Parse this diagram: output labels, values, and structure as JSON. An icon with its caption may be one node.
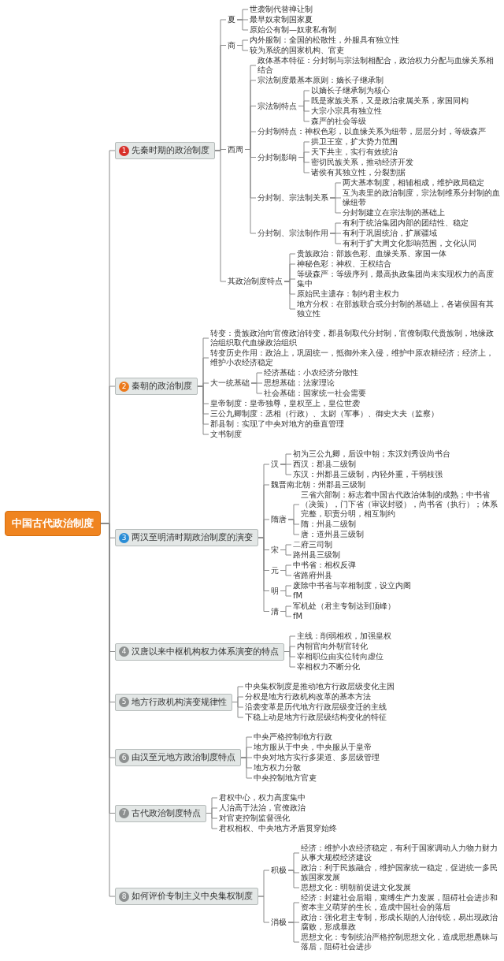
{
  "diagram": {
    "nodes": [
      {
        "text": [
          "中国古代政治制度"
        ]
      },
      {
        "text": [
          "1",
          "先秦时期的政治制度"
        ]
      },
      {
        "text": [
          "夏"
        ]
      },
      {
        "text": [
          "世袭制代替禅让制"
        ]
      },
      {
        "text": [
          "最早奴隶制国家夏"
        ]
      },
      {
        "text": [
          "原始公有制—奴隶私有制"
        ]
      },
      {
        "text": [
          "商"
        ]
      },
      {
        "text": [
          "内外服制：全国的松散性，外服具有独立性"
        ]
      },
      {
        "text": [
          "较为系统的国家机构、官吏"
        ]
      },
      {
        "text": [
          "西周"
        ]
      },
      {
        "text": [
          "政体基本特征：分封制与宗法制相配合，政治权力分配与血缘关系相结合"
        ]
      },
      {
        "text": [
          "宗法制度最基本原则：嫡长子继承制"
        ]
      },
      {
        "text": [
          "宗法制特点"
        ]
      },
      {
        "text": [
          "以嫡长子继承制为核心"
        ]
      },
      {
        "text": [
          "既是家族关系，又是政治隶属关系，家国同构"
        ]
      },
      {
        "text": [
          "大宗小宗具有独立性"
        ]
      },
      {
        "text": [
          "森严的社会等级"
        ]
      },
      {
        "text": [
          "分封制特点：神权色彩，以血缘关系为纽带，层层分封，等级森严"
        ]
      },
      {
        "text": [
          "分封制影响"
        ]
      },
      {
        "text": [
          "拱卫王室，扩大势力范围"
        ]
      },
      {
        "text": [
          "天下共主，实行有效统治"
        ]
      },
      {
        "text": [
          "密切民族关系，推动经济开发"
        ]
      },
      {
        "text": [
          "诸侯有其独立性，分裂割据"
        ]
      },
      {
        "text": [
          "分封制、宗法制关系"
        ]
      },
      {
        "text": [
          "两大基本制度，相辅相成，维护政局稳定"
        ]
      },
      {
        "text": [
          "互为表里的政治制度，宗法制维系分封制的血缘纽带"
        ]
      },
      {
        "text": [
          "分封制建立在宗法制的基础上"
        ]
      },
      {
        "text": [
          "分封制、宗法制作用"
        ]
      },
      {
        "text": [
          "有利于统治集团内部的团结性、稳定"
        ]
      },
      {
        "text": [
          "有利于巩固统治，扩展疆域"
        ]
      },
      {
        "text": [
          "有利于扩大周文化影响范围，文化认同"
        ]
      },
      {
        "text": [
          "其政治制度特点"
        ]
      },
      {
        "text": [
          "贵族政治：部族色彩、血缘关系、家国一体"
        ]
      },
      {
        "text": [
          "神秘色彩：神权、王权结合"
        ]
      },
      {
        "text": [
          "等级森严：等级序列，最高执政集团尚未实现权力的高度集中"
        ]
      },
      {
        "text": [
          "原始民主遗存：制约君主权力"
        ]
      },
      {
        "text": [
          "地方分权：在部族联合或分封制的基础上，各诸侯国有其独立性"
        ]
      },
      {
        "text": [
          "2",
          "秦朝的政治制度"
        ]
      },
      {
        "text": [
          "转变：贵族政治向官僚政治转变，郡县制取代分封制，官僚制取代贵族制，地缘政治组织取代血缘政治组织"
        ]
      },
      {
        "text": [
          "转变历史作用：政治上，巩固统一，抵御外来入侵，维护中原农耕经济；经济上，维护小农经济稳定"
        ]
      },
      {
        "text": [
          "大一统基础"
        ]
      },
      {
        "text": [
          "经济基础：小农经济分散性"
        ]
      },
      {
        "text": [
          "思想基础：法家理论"
        ]
      },
      {
        "text": [
          "社会基础：国家统一社会需要"
        ]
      },
      {
        "text": [
          "皇帝制度：皇帝独尊，皇权至上，皇位世袭"
        ]
      },
      {
        "text": [
          "三公九卿制度：丞相（行政）、太尉（军事）、御史大夫（监察）"
        ]
      },
      {
        "text": [
          "郡县制：实现了中央对地方的垂直管理"
        ]
      },
      {
        "text": [
          "文书制度"
        ]
      },
      {
        "text": [
          "3",
          "两汉至明清时期政治制度的演变"
        ]
      },
      {
        "text": [
          "汉"
        ]
      },
      {
        "text": [
          "初为三公九卿，后设中朝；东汉刘秀设尚书台"
        ]
      },
      {
        "text": [
          "西汉：郡县二级制"
        ]
      },
      {
        "text": [
          "东汉：州郡县三级制，内轻外重，干弱枝强"
        ]
      },
      {
        "text": [
          "魏晋南北朝：州郡县三级制"
        ]
      },
      {
        "text": [
          "隋唐"
        ]
      },
      {
        "text": [
          "三省六部制：标志着中国古代政治体制的成熟；中书省（决策），门下省（审议封驳），尚书省（执行）；体系完整，职责分明，相互制约"
        ]
      },
      {
        "text": [
          "隋：州县二级制"
        ]
      },
      {
        "text": [
          "唐：道州县三级制"
        ]
      },
      {
        "text": [
          "宋"
        ]
      },
      {
        "text": [
          "二府三司制"
        ]
      },
      {
        "text": [
          "路州县三级制"
        ]
      },
      {
        "text": [
          "元"
        ]
      },
      {
        "text": [
          "中书省：相权反弹"
        ]
      },
      {
        "text": [
          "省路府州县"
        ]
      },
      {
        "text": [
          "明"
        ]
      },
      {
        "text": [
          "废除中书省与宰相制度，设立内阁"
        ]
      },
      {
        "text": [
          "fM"
        ]
      },
      {
        "text": [
          "清"
        ]
      },
      {
        "text": [
          "军机处（君主专制达到顶峰）"
        ]
      },
      {
        "text": [
          "fM"
        ]
      },
      {
        "text": [
          "4",
          "汉唐以来中枢机构权力体系演变的特点"
        ]
      },
      {
        "text": [
          "主线：削弱相权，加强皇权"
        ]
      },
      {
        "text": [
          "内朝官向外朝官转化"
        ]
      },
      {
        "text": [
          "宰相职位由实位转向虚位"
        ]
      },
      {
        "text": [
          "宰相权力不断分化"
        ]
      },
      {
        "text": [
          "5",
          "地方行政机构演变规律性"
        ]
      },
      {
        "text": [
          "中央集权制度是推动地方行政层级变化主因"
        ]
      },
      {
        "text": [
          "分权是地方行政机构改革的基本方法"
        ]
      },
      {
        "text": [
          "沿袭变革是历代地方行政层级变迁的主线"
        ]
      },
      {
        "text": [
          "下稳上动是地方行政层级结构变化的特征"
        ]
      },
      {
        "text": [
          "6",
          "由汉至元地方政治制度特点"
        ]
      },
      {
        "text": [
          "中央严格控制地方行政"
        ]
      },
      {
        "text": [
          "地方服从于中央，中央服从于皇帝"
        ]
      },
      {
        "text": [
          "中央对地方实行多渠道、多层级管理"
        ]
      },
      {
        "text": [
          "地方权力分散"
        ]
      },
      {
        "text": [
          "中央控制地方官吏"
        ]
      },
      {
        "text": [
          "7",
          "古代政治制度特点"
        ]
      },
      {
        "text": [
          "君权中心，权力高度集中"
        ]
      },
      {
        "text": [
          "人治高于法治，官僚政治"
        ]
      },
      {
        "text": [
          "对官吏控制监督强化"
        ]
      },
      {
        "text": [
          "君权相权、中央地方矛盾贯穿始终"
        ]
      },
      {
        "text": [
          "8",
          "如何评价专制主义中央集权制度"
        ]
      },
      {
        "text": [
          "积极"
        ]
      },
      {
        "text": [
          "经济：维护小农经济稳定，有利于国家调动人力物力财力从事大规模经济建设"
        ]
      },
      {
        "text": [
          "政治：利于民族融合，维护国家统一稳定，促进统一多民族国家发展"
        ]
      },
      {
        "text": [
          "思想文化：明朝前促进文化发展"
        ]
      },
      {
        "text": [
          "消极"
        ]
      },
      {
        "text": [
          "经济：封建社会后期，束缚生产力发展，阻碍社会进步和资本主义萌芽的生长，造成中国社会的落后"
        ]
      },
      {
        "text": [
          "政治：强化君主专制，形成长期的人治传统，易出现政治腐败，形成暴政"
        ]
      },
      {
        "text": [
          "思想文化：专制统治严格控制思想文化，造成思想愚昧与落后，阻碍社会进步"
        ]
      }
    ],
    "edges": [
      {
        "from": 0,
        "to": 1,
        "arrow": "none"
      },
      {
        "from": 1,
        "to": 2,
        "arrow": "none"
      },
      {
        "from": 2,
        "to": 3,
        "arrow": "none"
      },
      {
        "from": 2,
        "to": 4,
        "arrow": "none"
      },
      {
        "from": 2,
        "to": 5,
        "arrow": "none"
      },
      {
        "from": 1,
        "to": 6,
        "arrow": "none"
      },
      {
        "from": 6,
        "to": 7,
        "arrow": "none"
      },
      {
        "from": 6,
        "to": 8,
        "arrow": "none"
      },
      {
        "from": 1,
        "to": 9,
        "arrow": "none"
      },
      {
        "from": 9,
        "to": 10,
        "arrow": "none"
      },
      {
        "from": 9,
        "to": 11,
        "arrow": "none"
      },
      {
        "from": 9,
        "to": 12,
        "arrow": "none"
      },
      {
        "from": 12,
        "to": 13,
        "arrow": "none"
      },
      {
        "from": 12,
        "to": 14,
        "arrow": "none"
      },
      {
        "from": 12,
        "to": 15,
        "arrow": "none"
      },
      {
        "from": 12,
        "to": 16,
        "arrow": "none"
      },
      {
        "from": 9,
        "to": 17,
        "arrow": "none"
      },
      {
        "from": 9,
        "to": 18,
        "arrow": "none"
      },
      {
        "from": 18,
        "to": 19,
        "arrow": "none"
      },
      {
        "from": 18,
        "to": 20,
        "arrow": "none"
      },
      {
        "from": 18,
        "to": 21,
        "arrow": "none"
      },
      {
        "from": 18,
        "to": 22,
        "arrow": "none"
      },
      {
        "from": 9,
        "to": 23,
        "arrow": "none"
      },
      {
        "from": 23,
        "to": 24,
        "arrow": "none"
      },
      {
        "from": 23,
        "to": 25,
        "arrow": "none"
      },
      {
        "from": 23,
        "to": 26,
        "arrow": "none"
      },
      {
        "from": 9,
        "to": 27,
        "arrow": "none"
      },
      {
        "from": 27,
        "to": 28,
        "arrow": "none"
      },
      {
        "from": 27,
        "to": 29,
        "arrow": "none"
      },
      {
        "from": 27,
        "to": 30,
        "arrow": "none"
      },
      {
        "from": 1,
        "to": 31,
        "arrow": "none"
      },
      {
        "from": 31,
        "to": 32,
        "arrow": "none"
      },
      {
        "from": 31,
        "to": 33,
        "arrow": "none"
      },
      {
        "from": 31,
        "to": 34,
        "arrow": "none"
      },
      {
        "from": 31,
        "to": 35,
        "arrow": "none"
      },
      {
        "from": 31,
        "to": 36,
        "arrow": "none"
      },
      {
        "from": 0,
        "to": 37,
        "arrow": "none"
      },
      {
        "from": 37,
        "to": 38,
        "arrow": "none"
      },
      {
        "from": 37,
        "to": 39,
        "arrow": "none"
      },
      {
        "from": 37,
        "to": 40,
        "arrow": "none"
      },
      {
        "from": 40,
        "to": 41,
        "arrow": "none"
      },
      {
        "from": 40,
        "to": 42,
        "arrow": "none"
      },
      {
        "from": 40,
        "to": 43,
        "arrow": "none"
      },
      {
        "from": 37,
        "to": 44,
        "arrow": "none"
      },
      {
        "from": 37,
        "to": 45,
        "arrow": "none"
      },
      {
        "from": 37,
        "to": 46,
        "arrow": "none"
      },
      {
        "from": 37,
        "to": 47,
        "arrow": "none"
      },
      {
        "from": 0,
        "to": 48,
        "arrow": "none"
      },
      {
        "from": 48,
        "to": 49,
        "arrow": "none"
      },
      {
        "from": 49,
        "to": 50,
        "arrow": "none"
      },
      {
        "from": 49,
        "to": 51,
        "arrow": "none"
      },
      {
        "from": 49,
        "to": 52,
        "arrow": "none"
      },
      {
        "from": 48,
        "to": 53,
        "arrow": "none"
      },
      {
        "from": 48,
        "to": 54,
        "arrow": "none"
      },
      {
        "from": 54,
        "to": 55,
        "arrow": "none"
      },
      {
        "from": 54,
        "to": 56,
        "arrow": "none"
      },
      {
        "from": 54,
        "to": 57,
        "arrow": "none"
      },
      {
        "from": 48,
        "to": 58,
        "arrow": "none"
      },
      {
        "from": 58,
        "to": 59,
        "arrow": "none"
      },
      {
        "from": 58,
        "to": 60,
        "arrow": "none"
      },
      {
        "from": 48,
        "to": 61,
        "arrow": "none"
      },
      {
        "from": 61,
        "to": 62,
        "arrow": "none"
      },
      {
        "from": 61,
        "to": 63,
        "arrow": "none"
      },
      {
        "from": 48,
        "to": 64,
        "arrow": "none"
      },
      {
        "from": 64,
        "to": 65,
        "arrow": "none"
      },
      {
        "from": 64,
        "to": 66,
        "arrow": "none"
      },
      {
        "from": 48,
        "to": 67,
        "arrow": "none"
      },
      {
        "from": 67,
        "to": 68,
        "arrow": "none"
      },
      {
        "from": 67,
        "to": 69,
        "arrow": "none"
      },
      {
        "from": 0,
        "to": 70,
        "arrow": "none"
      },
      {
        "from": 70,
        "to": 71,
        "arrow": "none"
      },
      {
        "from": 70,
        "to": 72,
        "arrow": "none"
      },
      {
        "from": 70,
        "to": 73,
        "arrow": "none"
      },
      {
        "from": 70,
        "to": 74,
        "arrow": "none"
      },
      {
        "from": 0,
        "to": 75,
        "arrow": "none"
      },
      {
        "from": 75,
        "to": 76,
        "arrow": "none"
      },
      {
        "from": 75,
        "to": 77,
        "arrow": "none"
      },
      {
        "from": 75,
        "to": 78,
        "arrow": "none"
      },
      {
        "from": 75,
        "to": 79,
        "arrow": "none"
      },
      {
        "from": 0,
        "to": 80,
        "arrow": "none"
      },
      {
        "from": 80,
        "to": 81,
        "arrow": "none"
      },
      {
        "from": 80,
        "to": 82,
        "arrow": "none"
      },
      {
        "from": 80,
        "to": 83,
        "arrow": "none"
      },
      {
        "from": 80,
        "to": 84,
        "arrow": "none"
      },
      {
        "from": 80,
        "to": 85,
        "arrow": "none"
      },
      {
        "from": 0,
        "to": 86,
        "arrow": "none"
      },
      {
        "from": 86,
        "to": 87,
        "arrow": "none"
      },
      {
        "from": 86,
        "to": 88,
        "arrow": "none"
      },
      {
        "from": 86,
        "to": 89,
        "arrow": "none"
      },
      {
        "from": 86,
        "to": 90,
        "arrow": "none"
      },
      {
        "from": 0,
        "to": 91,
        "arrow": "none"
      },
      {
        "from": 91,
        "to": 92,
        "arrow": "none"
      },
      {
        "from": 92,
        "to": 93,
        "arrow": "none"
      },
      {
        "from": 92,
        "to": 94,
        "arrow": "none"
      },
      {
        "from": 92,
        "to": 95,
        "arrow": "none"
      },
      {
        "from": 91,
        "to": 96,
        "arrow": "none"
      },
      {
        "from": 96,
        "to": 97,
        "arrow": "none"
      },
      {
        "from": 96,
        "to": 98,
        "arrow": "none"
      },
      {
        "from": 96,
        "to": 99,
        "arrow": "none"
      }
    ]
  }
}
